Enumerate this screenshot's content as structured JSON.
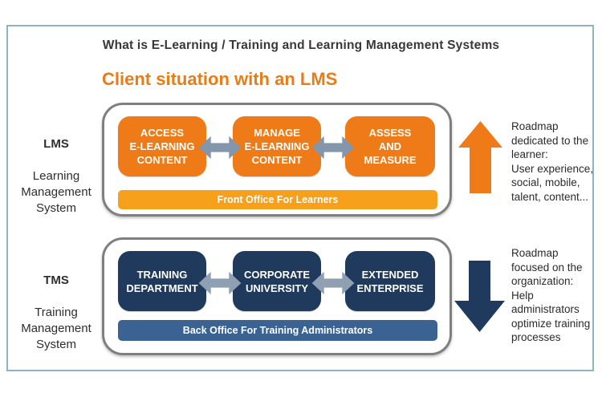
{
  "page": {
    "title": "What is E-Learning / Training and Learning Management Systems",
    "heading": "Client situation with an LMS"
  },
  "colors": {
    "box_orange": "#ee7b17",
    "bar_orange": "#f6a01b",
    "box_navy": "#1f3a5c",
    "bar_blue": "#3a6394",
    "heading_orange": "#e87c17",
    "connector_gray": "#8496ab",
    "container_border": "#7f7f7f",
    "frame_border": "#8fb3c4"
  },
  "icons": {
    "double_arrow": "left-right-double-arrow",
    "up_arrow": "up-arrow",
    "down_arrow": "down-arrow"
  },
  "lms": {
    "abbr": "LMS",
    "label_lines": "Learning\nManagement\nSystem",
    "boxes": [
      "ACCESS\nE-LEARNING\nCONTENT",
      "MANAGE\nE-LEARNING\nCONTENT",
      "ASSESS\nAND\nMEASURE"
    ],
    "bar": "Front Office For Learners",
    "roadmap": "Roadmap\ndedicated to the\nlearner:\nUser experience,\nsocial, mobile,\ntalent, content..."
  },
  "tms": {
    "abbr": "TMS",
    "label_lines": "Training\nManagement\nSystem",
    "boxes": [
      "TRAINING\nDEPARTMENT",
      "CORPORATE\nUNIVERSITY",
      "EXTENDED\nENTERPRISE"
    ],
    "bar": "Back Office For Training Administrators",
    "roadmap": "Roadmap\nfocused on the\norganization:\nHelp\nadministrators\noptimize training\nprocesses"
  }
}
